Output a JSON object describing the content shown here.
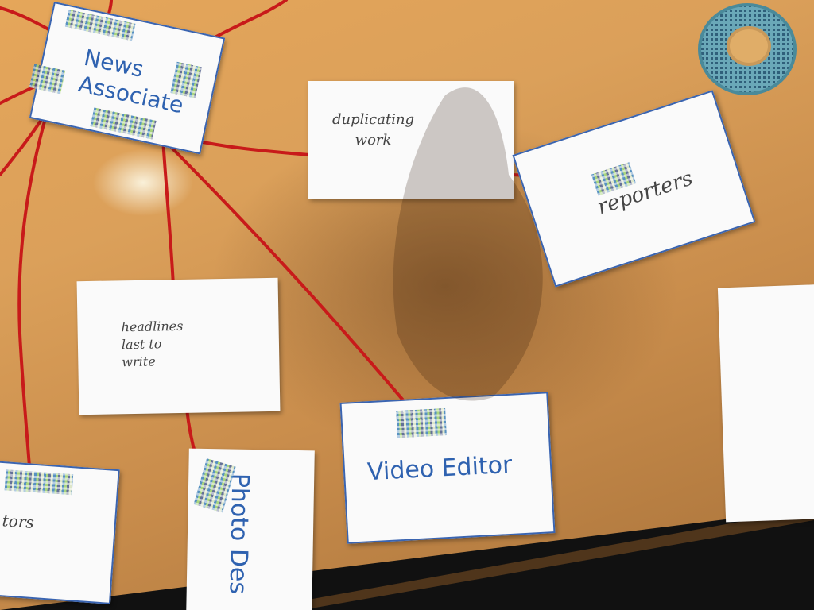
{
  "cards": {
    "news_associate": "News\nAssociate",
    "duplicating_work": "duplicating\nwork",
    "reporters": "reporters",
    "headlines": "headlines\nlast to\nwrite",
    "video_editor": "Video Editor",
    "photo_desk": "Photo Des",
    "partial_left": "tors"
  },
  "colors": {
    "yarn": "#c81a1a",
    "card_text": "#2f62b0",
    "card_border": "#3a64b0",
    "table": "#dba05a"
  }
}
